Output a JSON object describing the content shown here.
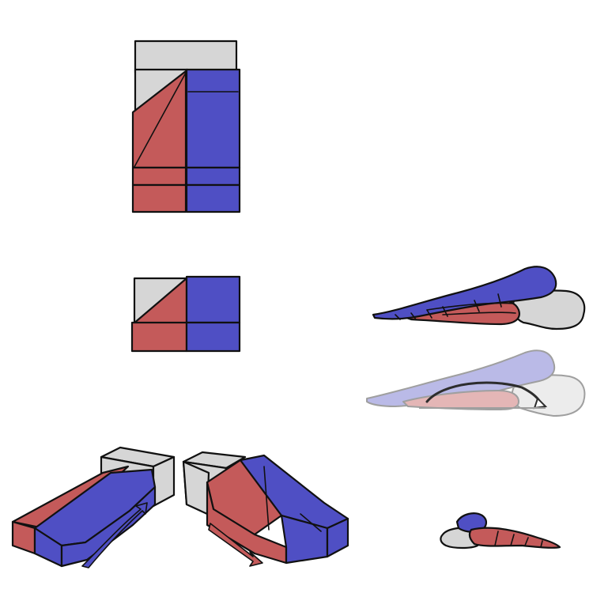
{
  "colors": {
    "red": "#c45a5a",
    "blue": "#4f4fc4",
    "gray": "#d6d6d6",
    "ink": "#111111",
    "ghost_red": "#e3b3b3",
    "ghost_blue": "#b7b7e6",
    "ghost_gray": "#ececec",
    "ghost_ink": "#9a9a9a"
  },
  "figures": [
    {
      "id": "block-diagram-top",
      "parts": [
        "gray-cap",
        "red-column",
        "blue-column"
      ]
    },
    {
      "id": "block-diagram-small",
      "parts": [
        "gray-corner",
        "red-wedge",
        "blue-column"
      ]
    },
    {
      "id": "foot-bones-side",
      "parts": [
        "calcaneus",
        "lateral-bones",
        "medial-bones"
      ]
    },
    {
      "id": "foot-bones-ghost-arch",
      "parts": [
        "ghost-foot",
        "arch-arrow"
      ]
    },
    {
      "id": "foot-block-left",
      "parts": [
        "gray-heel-block",
        "red-ramp",
        "blue-ramp",
        "up-arrow"
      ]
    },
    {
      "id": "foot-block-right",
      "parts": [
        "gray-heel-block",
        "red-ridge",
        "blue-ridge",
        "down-arrow"
      ]
    },
    {
      "id": "foot-bones-small",
      "parts": [
        "heel",
        "blue-talus",
        "red-toes"
      ]
    }
  ]
}
